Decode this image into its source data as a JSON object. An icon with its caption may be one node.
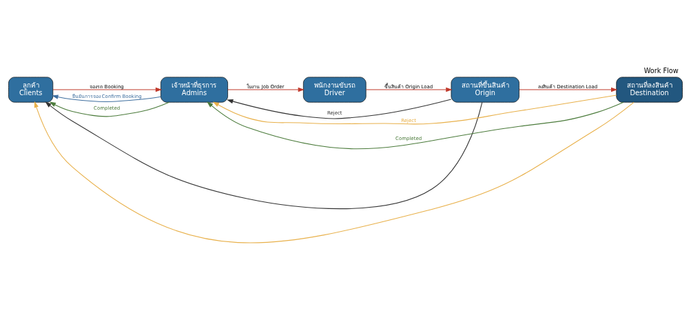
{
  "diagram": {
    "title": "Work Flow",
    "nodes": [
      {
        "text": [
          "ลูกค้า",
          "Clients"
        ]
      },
      {
        "text": [
          "เจ้าหน้าที่ธุรการ",
          "Admins"
        ]
      },
      {
        "text": [
          "พนักงานขับรถ",
          "Driver"
        ]
      },
      {
        "text": [
          "สถานที่ขึ้นสินค้า",
          "Origin"
        ]
      },
      {
        "text": [
          "สถานที่ลงสินค้า",
          "Destination"
        ]
      }
    ],
    "edges": [
      {
        "from": 0,
        "to": 1,
        "arrow": "to",
        "label": "จองรถ Booking"
      },
      {
        "from": 1,
        "to": 0,
        "arrow": "to",
        "label": "ยืนยันการจอง Confirm Booking",
        "color": "#3f6f9f"
      },
      {
        "from": 1,
        "to": 2,
        "arrow": "to",
        "label": "ใบงาน Job Order"
      },
      {
        "from": 2,
        "to": 3,
        "arrow": "to",
        "label": "ขึ้นสินค้า Origin Load"
      },
      {
        "from": 3,
        "to": 4,
        "arrow": "to",
        "label": "ลงสินค้า Destination Load"
      },
      {
        "from": 3,
        "to": 1,
        "arrow": "to",
        "label": "Reject",
        "color": "#333333"
      },
      {
        "from": 3,
        "to": 0,
        "arrow": "to",
        "color": "#333333"
      },
      {
        "from": 4,
        "to": 1,
        "arrow": "to",
        "label": "Reject",
        "color": "#e8b04a"
      },
      {
        "from": 4,
        "to": 0,
        "arrow": "to",
        "color": "#e8b04a"
      },
      {
        "from": 1,
        "to": 0,
        "arrow": "to",
        "label": "Completed",
        "color": "#4a7a3a"
      },
      {
        "from": 4,
        "to": 1,
        "arrow": "to",
        "label": "Completed",
        "color": "#4a7a3a"
      }
    ]
  }
}
